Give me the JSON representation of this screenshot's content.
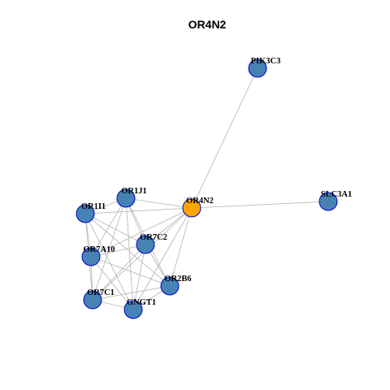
{
  "title": "OR4N2",
  "colors": {
    "center_node": "#ffa500",
    "neighbor_node": "#4682b4",
    "node_border": "#0000cd",
    "edge": "#b3b3b3"
  },
  "nodes": [
    {
      "id": "OR4N2",
      "label": "OR4N2",
      "center": true
    },
    {
      "id": "PIK3C3",
      "label": "PIK3C3",
      "center": false
    },
    {
      "id": "SLC3A1",
      "label": "SLC3A1",
      "center": false
    },
    {
      "id": "OR1J1",
      "label": "OR1J1",
      "center": false
    },
    {
      "id": "OR1I1",
      "label": "OR1I1",
      "center": false
    },
    {
      "id": "OR7C2",
      "label": "OR7C2",
      "center": false
    },
    {
      "id": "OR7A10",
      "label": "OR7A10",
      "center": false
    },
    {
      "id": "OR2B6",
      "label": "OR2B6",
      "center": false
    },
    {
      "id": "OR7C1",
      "label": "OR7C1",
      "center": false
    },
    {
      "id": "GNGT1",
      "label": "GNGT1",
      "center": false
    }
  ],
  "edges": [
    [
      "OR4N2",
      "PIK3C3"
    ],
    [
      "OR4N2",
      "SLC3A1"
    ],
    [
      "OR4N2",
      "OR1J1"
    ],
    [
      "OR4N2",
      "OR1I1"
    ],
    [
      "OR4N2",
      "OR7C2"
    ],
    [
      "OR4N2",
      "OR7A10"
    ],
    [
      "OR4N2",
      "OR2B6"
    ],
    [
      "OR4N2",
      "OR7C1"
    ],
    [
      "OR4N2",
      "GNGT1"
    ],
    [
      "OR1J1",
      "OR1I1"
    ],
    [
      "OR1J1",
      "OR7C2"
    ],
    [
      "OR1J1",
      "OR7A10"
    ],
    [
      "OR1J1",
      "OR2B6"
    ],
    [
      "OR1J1",
      "OR7C1"
    ],
    [
      "OR1J1",
      "GNGT1"
    ],
    [
      "OR1I1",
      "OR7C2"
    ],
    [
      "OR1I1",
      "OR7A10"
    ],
    [
      "OR1I1",
      "OR2B6"
    ],
    [
      "OR1I1",
      "OR7C1"
    ],
    [
      "OR1I1",
      "GNGT1"
    ],
    [
      "OR7C2",
      "OR7A10"
    ],
    [
      "OR7C2",
      "OR2B6"
    ],
    [
      "OR7C2",
      "OR7C1"
    ],
    [
      "OR7C2",
      "GNGT1"
    ],
    [
      "OR7A10",
      "OR2B6"
    ],
    [
      "OR7A10",
      "OR7C1"
    ],
    [
      "OR7A10",
      "GNGT1"
    ],
    [
      "OR2B6",
      "OR7C1"
    ],
    [
      "OR2B6",
      "GNGT1"
    ],
    [
      "OR7C1",
      "GNGT1"
    ]
  ]
}
